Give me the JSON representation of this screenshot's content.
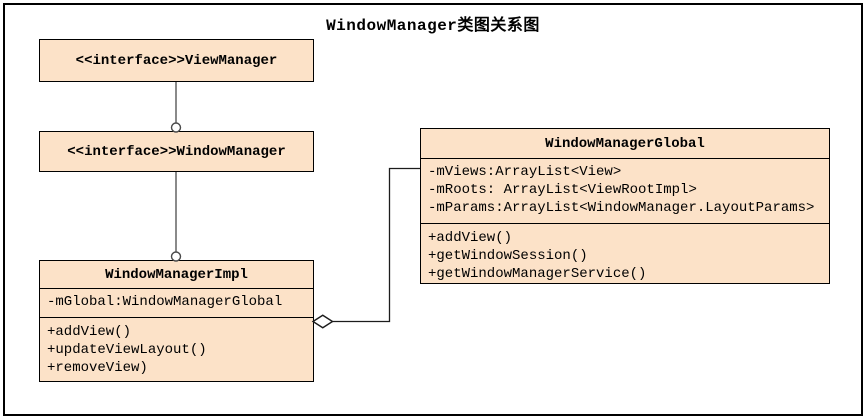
{
  "diagram": {
    "title": "WindowManager类图关系图",
    "colors": {
      "box_fill": "#fce2c8",
      "box_border": "#000000",
      "connector_line": "#3c3c3c",
      "aggregation_line": "#1c1c1c",
      "symbol_fill": "#ffffff",
      "background": "#ffffff"
    },
    "classes": [
      {
        "name": "ViewManager",
        "stereotype": "interface",
        "title": "<<interface>>ViewManager",
        "attributes": [],
        "methods": []
      },
      {
        "name": "WindowManager",
        "stereotype": "interface",
        "title": "<<interface>>WindowManager",
        "attributes": [],
        "methods": []
      },
      {
        "name": "WindowManagerImpl",
        "stereotype": "class",
        "title": "WindowManagerImpl",
        "attributes": [
          "-mGlobal:WindowManagerGlobal"
        ],
        "methods": [
          "+addView()",
          "+updateViewLayout()",
          "+removeView)"
        ]
      },
      {
        "name": "WindowManagerGlobal",
        "stereotype": "class",
        "title": "WindowManagerGlobal",
        "attributes": [
          "-mViews:ArrayList<View>",
          "-mRoots: ArrayList<ViewRootImpl>",
          "-mParams:ArrayList<WindowManager.LayoutParams>"
        ],
        "methods": [
          "+addView()",
          "+getWindowSession()",
          "+getWindowManagerService()"
        ]
      }
    ],
    "relationships": [
      {
        "from": "ViewManager",
        "to": "WindowManager",
        "type": "interface-realization-lollipop"
      },
      {
        "from": "WindowManager",
        "to": "WindowManagerImpl",
        "type": "interface-realization-lollipop"
      },
      {
        "from": "WindowManagerImpl",
        "to": "WindowManagerGlobal",
        "type": "aggregation"
      }
    ]
  }
}
